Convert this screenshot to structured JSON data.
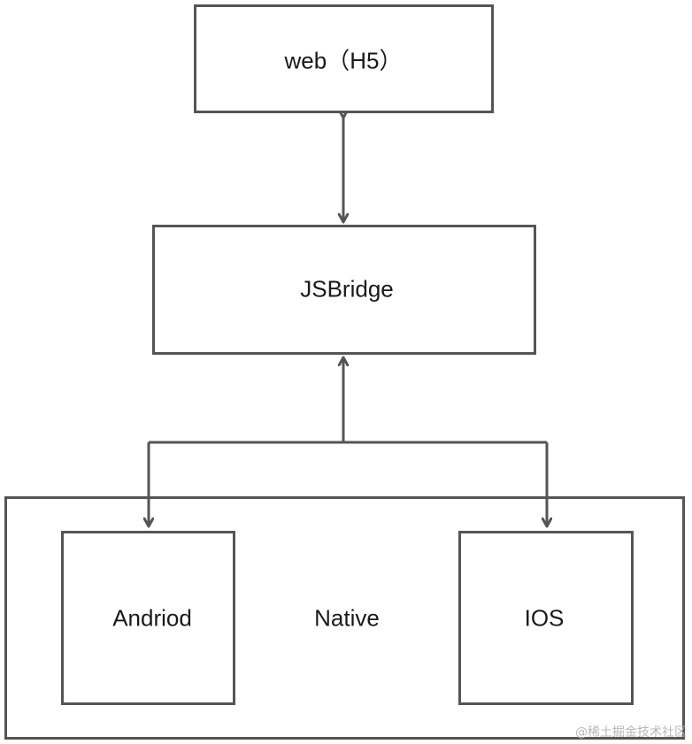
{
  "diagram": {
    "nodes": {
      "web": {
        "label": "web（H5）"
      },
      "jsbridge": {
        "label": "JSBridge"
      },
      "native": {
        "label": "Native"
      },
      "android": {
        "label": "Andriod"
      },
      "ios": {
        "label": "IOS"
      }
    },
    "edges": [
      {
        "from": "web",
        "to": "jsbridge",
        "direction": "bidirectional"
      },
      {
        "from": "native",
        "to": "jsbridge",
        "direction": "forward"
      },
      {
        "from": "jsbridge",
        "to": "android",
        "direction": "forward"
      },
      {
        "from": "jsbridge",
        "to": "ios",
        "direction": "forward"
      }
    ],
    "colors": {
      "stroke": "#555555",
      "text": "#1a1a1a",
      "background": "#ffffff"
    }
  },
  "watermark": "@稀土掘金技术社区"
}
